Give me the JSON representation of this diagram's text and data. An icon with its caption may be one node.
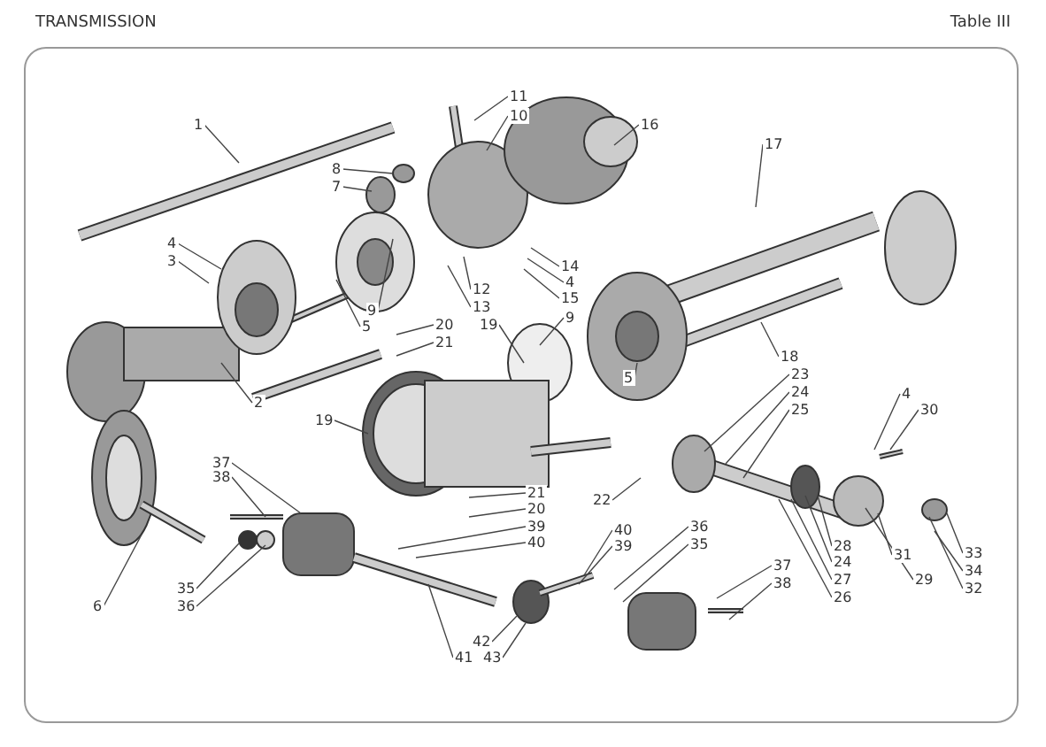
{
  "diagram": {
    "title": "TRANSMISSION",
    "nodes": [
      {
        "text": [
          "11"
        ]
      },
      {
        "text": [
          "10"
        ]
      },
      {
        "text": [
          "16"
        ]
      },
      {
        "text": [
          "1"
        ]
      },
      {
        "text": [
          "17"
        ]
      },
      {
        "text": [
          "8"
        ]
      },
      {
        "text": [
          "7"
        ]
      },
      {
        "text": [
          "4"
        ]
      },
      {
        "text": [
          "3"
        ]
      },
      {
        "text": [
          "14"
        ]
      },
      {
        "text": [
          "4"
        ]
      },
      {
        "text": [
          "12"
        ]
      },
      {
        "text": [
          "15"
        ]
      },
      {
        "text": [
          "13"
        ]
      },
      {
        "text": [
          "9"
        ]
      },
      {
        "text": [
          "9"
        ]
      },
      {
        "text": [
          "5"
        ]
      },
      {
        "text": [
          "20"
        ]
      },
      {
        "text": [
          "19"
        ]
      },
      {
        "text": [
          "21"
        ]
      },
      {
        "text": [
          "18"
        ]
      },
      {
        "text": [
          "23"
        ]
      },
      {
        "text": [
          "24"
        ]
      },
      {
        "text": [
          "2"
        ]
      },
      {
        "text": [
          "25"
        ]
      },
      {
        "text": [
          "4"
        ]
      },
      {
        "text": [
          "30"
        ]
      },
      {
        "text": [
          "19"
        ]
      },
      {
        "text": [
          "5"
        ]
      },
      {
        "text": [
          "37"
        ]
      },
      {
        "text": [
          "38"
        ]
      },
      {
        "text": [
          "22"
        ]
      },
      {
        "text": [
          "21"
        ]
      },
      {
        "text": [
          "20"
        ]
      },
      {
        "text": [
          "39"
        ]
      },
      {
        "text": [
          "40"
        ]
      },
      {
        "text": [
          "40"
        ]
      },
      {
        "text": [
          "36"
        ]
      },
      {
        "text": [
          "39"
        ]
      },
      {
        "text": [
          "35"
        ]
      },
      {
        "text": [
          "28"
        ]
      },
      {
        "text": [
          "33"
        ]
      },
      {
        "text": [
          "24"
        ]
      },
      {
        "text": [
          "31"
        ]
      },
      {
        "text": [
          "37"
        ]
      },
      {
        "text": [
          "34"
        ]
      },
      {
        "text": [
          "27"
        ]
      },
      {
        "text": [
          "29"
        ]
      },
      {
        "text": [
          "38"
        ]
      },
      {
        "text": [
          "35"
        ]
      },
      {
        "text": [
          "32"
        ]
      },
      {
        "text": [
          "6"
        ]
      },
      {
        "text": [
          "26"
        ]
      },
      {
        "text": [
          "36"
        ]
      },
      {
        "text": [
          "42"
        ]
      },
      {
        "text": [
          "41"
        ]
      },
      {
        "text": [
          "43"
        ]
      }
    ],
    "edges": [
      {
        "from": 0,
        "to": null,
        "arrow": "none"
      },
      {
        "from": 1,
        "to": null,
        "arrow": "none"
      },
      {
        "from": 2,
        "to": null,
        "arrow": "none"
      },
      {
        "from": 3,
        "to": null,
        "arrow": "none"
      },
      {
        "from": 4,
        "to": null,
        "arrow": "none"
      },
      {
        "from": 5,
        "to": null,
        "arrow": "none"
      },
      {
        "from": 6,
        "to": null,
        "arrow": "none"
      },
      {
        "from": 7,
        "to": null,
        "arrow": "none"
      },
      {
        "from": 8,
        "to": null,
        "arrow": "none"
      },
      {
        "from": 9,
        "to": null,
        "arrow": "none"
      },
      {
        "from": 10,
        "to": null,
        "arrow": "none"
      },
      {
        "from": 11,
        "to": null,
        "arrow": "none"
      },
      {
        "from": 12,
        "to": null,
        "arrow": "none"
      },
      {
        "from": 13,
        "to": null,
        "arrow": "none"
      },
      {
        "from": 14,
        "to": null,
        "arrow": "none"
      },
      {
        "from": 15,
        "to": null,
        "arrow": "none"
      },
      {
        "from": 16,
        "to": null,
        "arrow": "none"
      },
      {
        "from": 17,
        "to": null,
        "arrow": "none"
      },
      {
        "from": 18,
        "to": null,
        "arrow": "none"
      },
      {
        "from": 19,
        "to": null,
        "arrow": "none"
      },
      {
        "from": 20,
        "to": null,
        "arrow": "none"
      },
      {
        "from": 21,
        "to": null,
        "arrow": "none"
      },
      {
        "from": 22,
        "to": null,
        "arrow": "none"
      },
      {
        "from": 23,
        "to": null,
        "arrow": "none"
      },
      {
        "from": 24,
        "to": null,
        "arrow": "none"
      },
      {
        "from": 25,
        "to": null,
        "arrow": "none"
      },
      {
        "from": 26,
        "to": null,
        "arrow": "none"
      },
      {
        "from": 27,
        "to": null,
        "arrow": "none"
      },
      {
        "from": 28,
        "to": null,
        "arrow": "none"
      },
      {
        "from": 29,
        "to": null,
        "arrow": "none"
      },
      {
        "from": 30,
        "to": null,
        "arrow": "none"
      },
      {
        "from": 31,
        "to": null,
        "arrow": "none"
      },
      {
        "from": 32,
        "to": null,
        "arrow": "none"
      },
      {
        "from": 33,
        "to": null,
        "arrow": "none"
      },
      {
        "from": 34,
        "to": null,
        "arrow": "none"
      },
      {
        "from": 35,
        "to": null,
        "arrow": "none"
      },
      {
        "from": 36,
        "to": null,
        "arrow": "none"
      },
      {
        "from": 37,
        "to": null,
        "arrow": "none"
      },
      {
        "from": 38,
        "to": null,
        "arrow": "none"
      },
      {
        "from": 39,
        "to": null,
        "arrow": "none"
      },
      {
        "from": 40,
        "to": null,
        "arrow": "none"
      },
      {
        "from": 41,
        "to": null,
        "arrow": "none"
      },
      {
        "from": 42,
        "to": null,
        "arrow": "none"
      },
      {
        "from": 43,
        "to": null,
        "arrow": "none"
      },
      {
        "from": 44,
        "to": null,
        "arrow": "none"
      },
      {
        "from": 45,
        "to": null,
        "arrow": "none"
      },
      {
        "from": 46,
        "to": null,
        "arrow": "none"
      },
      {
        "from": 47,
        "to": null,
        "arrow": "none"
      },
      {
        "from": 48,
        "to": null,
        "arrow": "none"
      },
      {
        "from": 49,
        "to": null,
        "arrow": "none"
      },
      {
        "from": 50,
        "to": null,
        "arrow": "none"
      },
      {
        "from": 51,
        "to": null,
        "arrow": "none"
      },
      {
        "from": 52,
        "to": null,
        "arrow": "none"
      },
      {
        "from": 53,
        "to": null,
        "arrow": "none"
      },
      {
        "from": 54,
        "to": null,
        "arrow": "none"
      },
      {
        "from": 55,
        "to": null,
        "arrow": "none"
      },
      {
        "from": 56,
        "to": null,
        "arrow": "none"
      }
    ],
    "labels": [
      "Table III"
    ]
  }
}
